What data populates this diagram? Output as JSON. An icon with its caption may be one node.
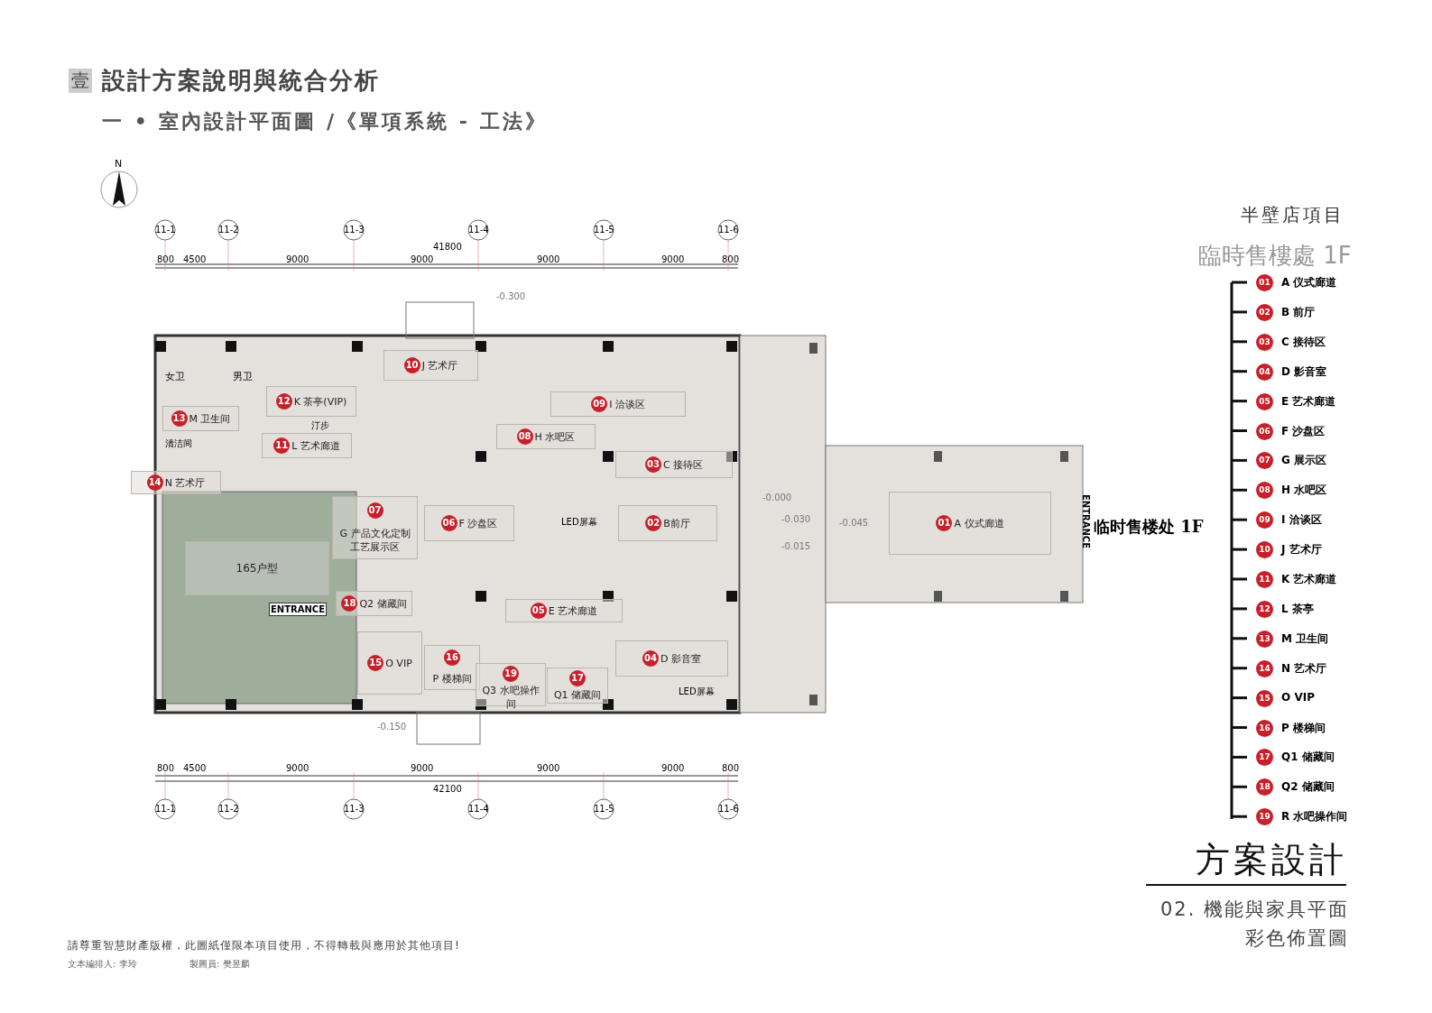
{
  "diagram": {
    "title": "設計方案說明與統合分析",
    "nodes": [
      {
        "text": [
          "01",
          "A 仪式廊道"
        ]
      },
      {
        "text": [
          "02",
          "B前厅"
        ]
      },
      {
        "text": [
          "03",
          "C 接待区"
        ]
      },
      {
        "text": [
          "04",
          "D 影音室"
        ]
      },
      {
        "text": [
          "05",
          "E 艺术廊道"
        ]
      },
      {
        "text": [
          "06",
          "F 沙盘区"
        ]
      },
      {
        "text": [
          "07",
          "G 产品文化定制工艺展示区"
        ]
      },
      {
        "text": [
          "08",
          "H 水吧区"
        ]
      },
      {
        "text": [
          "09",
          "I 洽谈区"
        ]
      },
      {
        "text": [
          "10",
          "J 艺术厅"
        ]
      },
      {
        "text": [
          "11",
          "L 艺术廊道"
        ]
      },
      {
        "text": [
          "12",
          "K 茶亭(VIP)"
        ]
      },
      {
        "text": [
          "13",
          "M 卫生间"
        ]
      },
      {
        "text": [
          "14",
          "N 艺术厅"
        ]
      },
      {
        "text": [
          "15",
          "O VIP"
        ]
      },
      {
        "text": [
          "16",
          "P 楼梯间"
        ]
      },
      {
        "text": [
          "17",
          "Q1 储藏间"
        ]
      },
      {
        "text": [
          "18",
          "Q2 储藏间"
        ]
      },
      {
        "text": [
          "19",
          "Q3 水吧操作间"
        ]
      },
      {
        "text": [
          "165户型"
        ]
      }
    ],
    "edges": [],
    "labels": [
      "壹",
      "一 • 室內設計平面圖 /《單項系統 - 工法》",
      "N",
      "半壁店項目",
      "臨時售樓處 1F",
      "01",
      "A 仪式廊道",
      "02",
      "B 前厅",
      "03",
      "C 接待区",
      "04",
      "D 影音室",
      "05",
      "E 艺术廊道",
      "06",
      "F 沙盘区",
      "07",
      "G 展示区",
      "08",
      "H 水吧区",
      "09",
      "I 洽谈区",
      "10",
      "J 艺术厅",
      "11",
      "K 艺术廊道",
      "12",
      "L 茶亭",
      "13",
      "M 卫生间",
      "14",
      "N 艺术厅",
      "15",
      "O VIP",
      "16",
      "P 楼梯间",
      "17",
      "Q1 储藏间",
      "18",
      "Q2 储藏间",
      "19",
      "R 水吧操作间",
      "方案設計",
      "02. 機能與家具平面彩色佈置圖",
      "請尊重智慧財產版權，此圖紙僅限本項目使用，不得轉載與應用於其他項目!",
      "文本編排人: 李玲",
      "製圖員: 樊昱麟",
      "女卫",
      "男卫",
      "清洁间",
      "汀步",
      "ENTRANCE",
      "LED屏幕",
      "LED屏幕",
      "临时售楼处 1F",
      "ENTRANCE",
      "41800",
      "800",
      "4500",
      "9000",
      "9000",
      "9000",
      "9000",
      "800",
      "800",
      "4500",
      "9000",
      "9000",
      "9000",
      "9000",
      "800",
      "42100",
      "11-1",
      "11-2",
      "11-3",
      "11-4",
      "11-5",
      "11-6",
      "11-1",
      "11-2",
      "11-3",
      "11-4",
      "11-5",
      "11-6",
      "-0.300",
      "-0.000",
      "-0.030",
      "-0.015",
      "-0.045",
      "-0.150"
    ]
  }
}
